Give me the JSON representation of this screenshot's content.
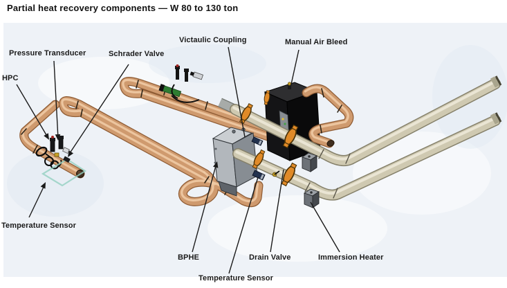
{
  "title": "Partial heat recovery components — W 80 to 130 ton",
  "labels": {
    "pressure_transducer": "Pressure Transducer",
    "schrader_valve": "Schrader Valve",
    "victaulic_coupling": "Victaulic Coupling",
    "manual_air_bleed": "Manual Air Bleed",
    "hpc": "HPC",
    "temperature_sensor_left": "Temperature Sensor",
    "bphe": "BPHE",
    "drain_valve": "Drain Valve",
    "immersion_heater": "Immersion Heater",
    "temperature_sensor_bottom": "Temperature Sensor"
  },
  "colors": {
    "background_panel": "#eef2f7",
    "copper": "#cf9a6e",
    "copper_outline": "#8f5c34",
    "copper_highlight": "#eecaa4",
    "steel_pipe": "#cfc9b1",
    "steel_pipe_outline": "#85806a",
    "steel_pipe_highlight": "#ebe7d6",
    "bphe_gray": "#b2b7bc",
    "insulation_black": "#141416",
    "coupling_orange": "#e08a28",
    "leader_line": "#1a1a1a",
    "capillary_green": "#93cfc0"
  }
}
